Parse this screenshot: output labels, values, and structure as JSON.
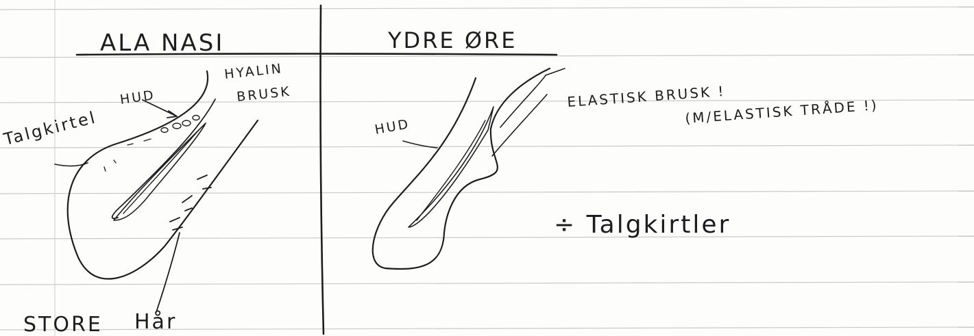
{
  "left_panel": {
    "heading": "ALA NASI",
    "labels": {
      "hud": "HUD",
      "hyalin_line1": "HYALIN",
      "hyalin_line2": "BRUSK",
      "talgkirtel": "Talgkirtel",
      "store": "STORE",
      "haar": "Hår"
    }
  },
  "right_panel": {
    "heading": "YDRE ØRE",
    "labels": {
      "hud": "HUD",
      "elastisk_line1": "ELASTISK BRUSK !",
      "elastisk_line2": "(M/ELASTISK TRÅDE !)",
      "note": "÷ Talgkirtler"
    }
  },
  "colors": {
    "ink": "#1d1d1f",
    "paper": "#fdfdfc",
    "ruled_line": "#c9c9c9"
  }
}
